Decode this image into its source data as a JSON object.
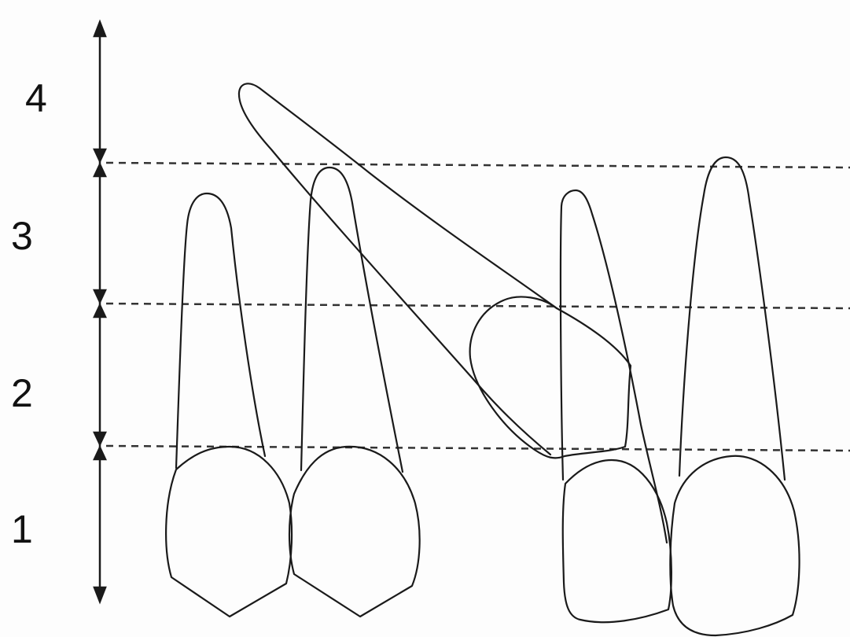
{
  "zones": [
    {
      "label": "1"
    },
    {
      "label": "2"
    },
    {
      "label": "3"
    },
    {
      "label": "4"
    }
  ],
  "colors": {
    "stroke": "#1a1a1a",
    "dashed_line": "#333333",
    "background": "#fdfdfd"
  }
}
